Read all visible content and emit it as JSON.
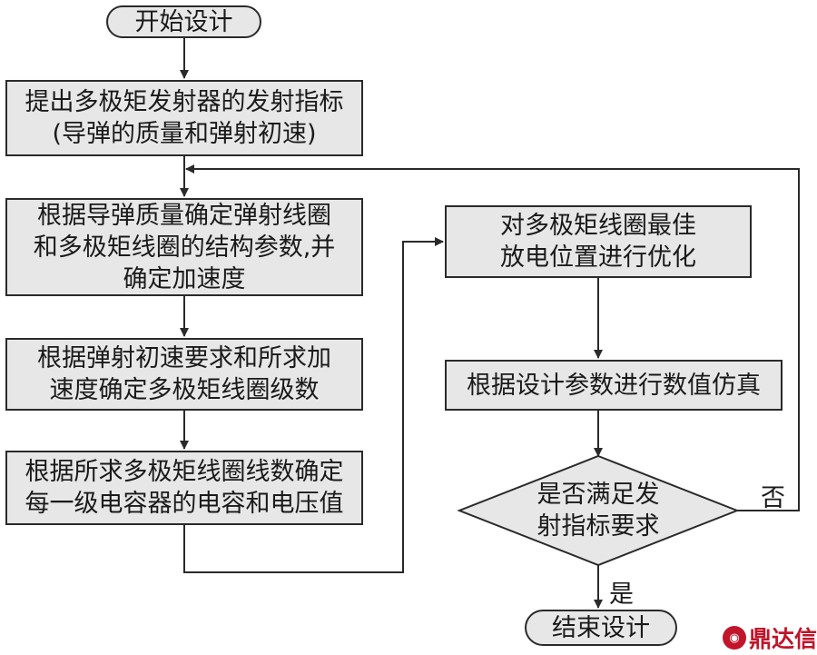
{
  "nodes": {
    "start": "开始设计",
    "step1": [
      "提出多极矩发射器的发射指标",
      "(导弹的质量和弹射初速)"
    ],
    "step2": [
      "根据导弹质量确定弹射线圈",
      "和多极矩线圈的结构参数,并",
      "确定加速度"
    ],
    "step3": [
      "根据弹射初速要求和所求加",
      "速度确定多极矩线圈级数"
    ],
    "step4": [
      "根据所求多极矩线圈线数确定",
      "每一级电容器的电容和电压值"
    ],
    "step5": [
      "对多极矩线圈最佳",
      "放电位置进行优化"
    ],
    "step6": "根据设计参数进行数值仿真",
    "decision": [
      "是否满足发",
      "射指标要求"
    ],
    "end": "结束设计"
  },
  "edge_labels": {
    "no": "否",
    "yes": "是"
  },
  "watermark": "鼎达信"
}
